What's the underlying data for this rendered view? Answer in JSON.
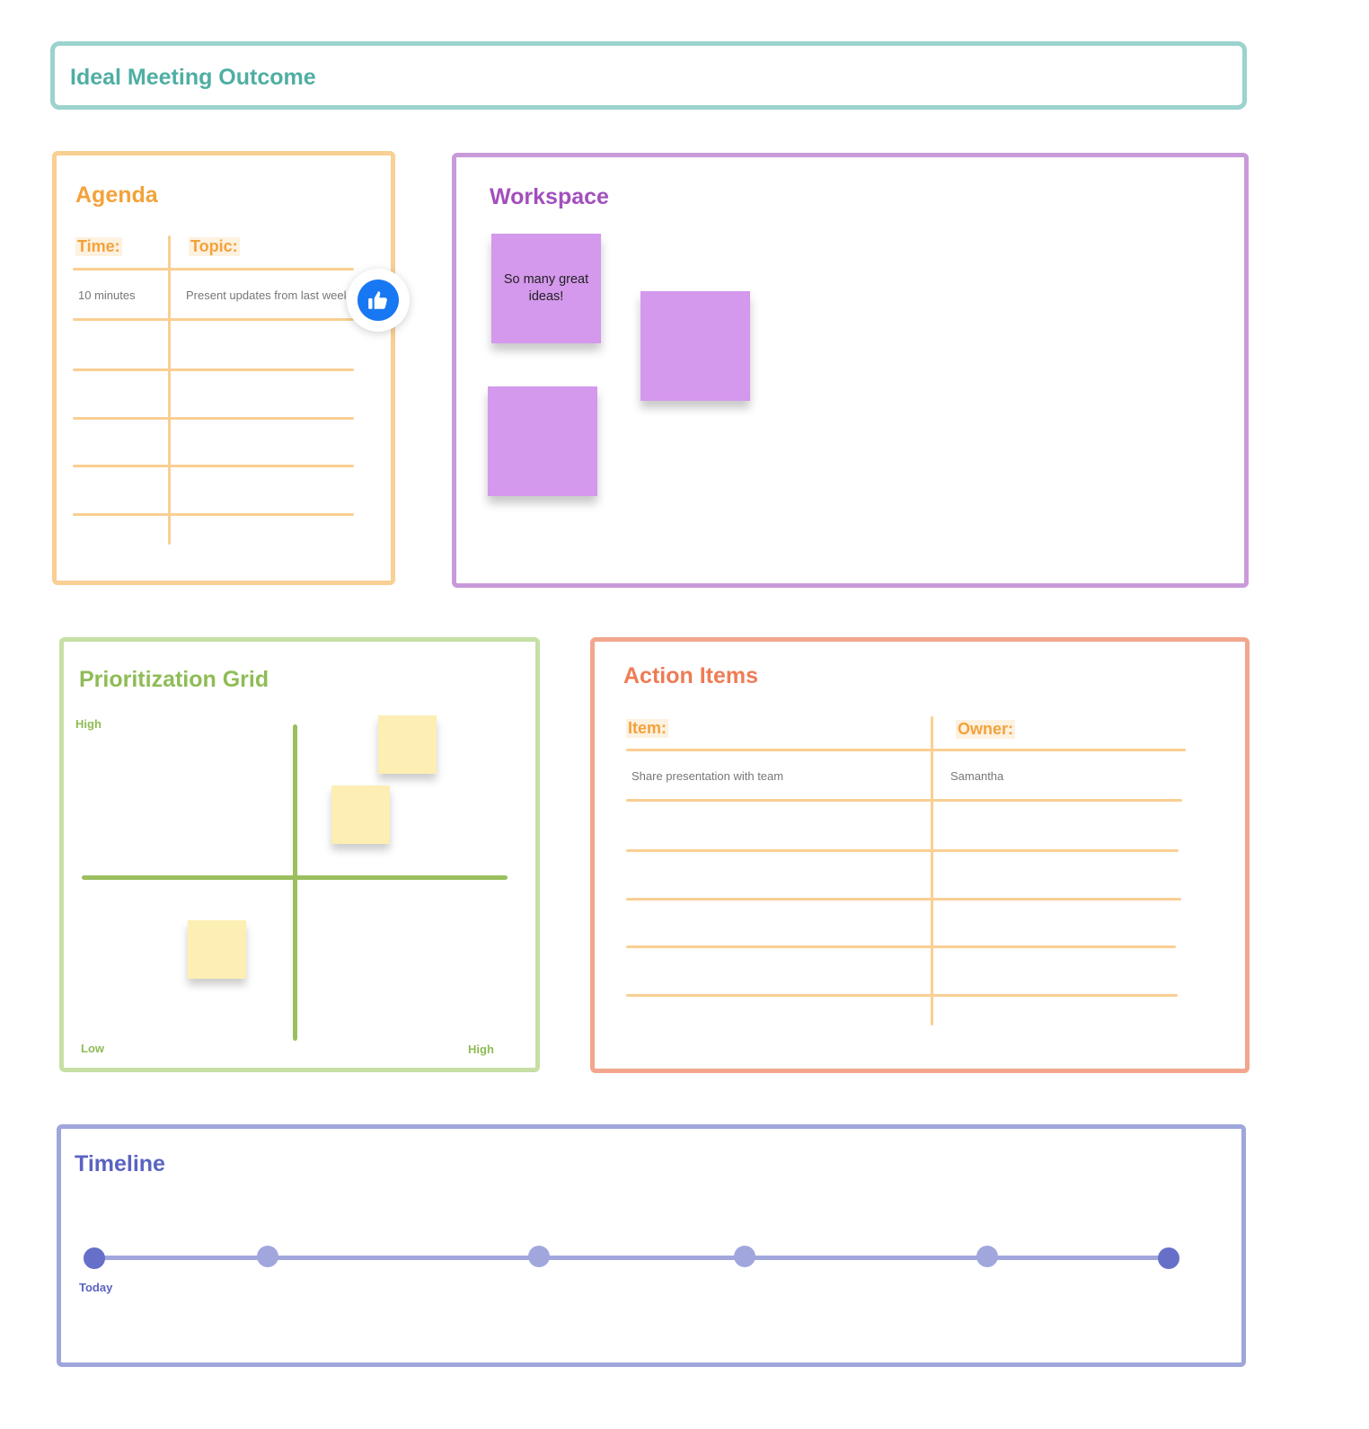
{
  "outcome": {
    "title": "Ideal Meeting Outcome"
  },
  "agenda": {
    "title": "Agenda",
    "time_header": "Time:",
    "topic_header": "Topic:",
    "rows": [
      {
        "time": "10 minutes",
        "topic": "Present updates from last week"
      }
    ]
  },
  "workspace": {
    "title": "Workspace",
    "stickies": [
      "So many great ideas!",
      "",
      ""
    ]
  },
  "grid": {
    "title": "Prioritization Grid",
    "y_high": "High",
    "x_low": "Low",
    "x_high": "High"
  },
  "actions": {
    "title": "Action Items",
    "item_header": "Item:",
    "owner_header": "Owner:",
    "rows": [
      {
        "item": "Share presentation with team",
        "owner": "Samantha"
      }
    ]
  },
  "timeline": {
    "title": "Timeline",
    "start_label": "Today"
  },
  "icons": {
    "reaction": "thumbs-up-icon"
  },
  "colors": {
    "teal": "#4faea3",
    "orange": "#f3a23b",
    "purple": "#a24fbd",
    "green": "#8fbc56",
    "coral": "#ee7c55",
    "indigo": "#5a63c1",
    "facebook_blue": "#1877f2"
  }
}
